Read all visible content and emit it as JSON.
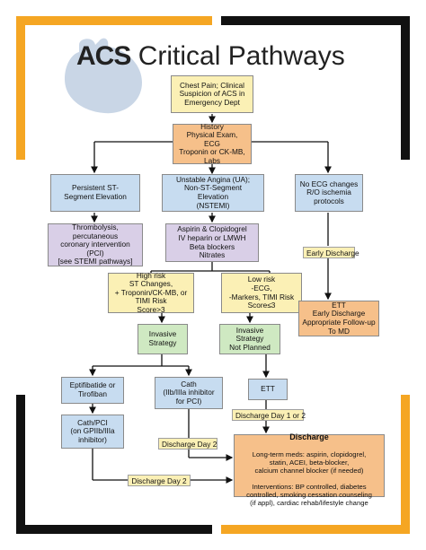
{
  "title": {
    "acronym": "ACS",
    "rest": "Critical Pathways"
  },
  "colors": {
    "orange_bar": "#f5a623",
    "black_bar": "#111111",
    "heart": "#c9d6e6"
  },
  "nodes": {
    "chest_pain": "Chest Pain; Clinical\nSuspicion of ACS in\nEmergency Dept",
    "history": "History\nPhysical Exam,\nECG\nTroponin or CK-MB,\nLabs",
    "persistent_st": "Persistent ST-\nSegment Elevation",
    "unstable_angina": "Unstable Angina (UA);\nNon-ST-Segment\nElevation\n(NSTEMI)",
    "no_ecg_changes": "No ECG changes\nR/O ischemia\nprotocols",
    "thrombolysis": "Thrombolysis,\npercutaneous\ncoronary intervention\n(PCI)\n[see STEMI pathways]",
    "aspirin": "Aspirin & Clopidogrel\nIV heparin or LMWH\nBeta blockers\nNitrates",
    "early_discharge_label": "Early Discharge",
    "high_risk": "High risk\nST Changes,\n+ Troponin/CK-MB, or\nTIMI Risk\nScore>3",
    "low_risk": "Low risk\n-ECG,\n-Markers, TIMI Risk\nScore≤3",
    "ett_early": "ETT\nEarly Discharge\nAppropriate Follow-up\nTo MD",
    "invasive": "Invasive\nStrategy",
    "invasive_not_planned": "Invasive Strategy\nNot Planned",
    "eptifibatide": "Eptifibatide or\nTirofiban",
    "cath": "Cath\n(IIb/IIIa inhibitor\nfor PCI)",
    "ett": "ETT",
    "discharge_day_1_2": "Discharge Day 1 or 2",
    "cath_pci": "Cath/PCI\n(on GPIIb/IIIa\ninhibitor)",
    "discharge_day_2a": "Discharge Day 2",
    "discharge_day_2b": "Discharge Day 2",
    "discharge_title": "Discharge",
    "discharge_body": "Long-term meds: aspirin, clopidogrel,\nstatin, ACEI, beta-blocker,\ncalcium channel blocker (if needed)\n\nInterventions: BP controlled, diabetes\ncontrolled, smoking cessation counseling\n(if appl), cardiac rehab/lifestyle change"
  }
}
